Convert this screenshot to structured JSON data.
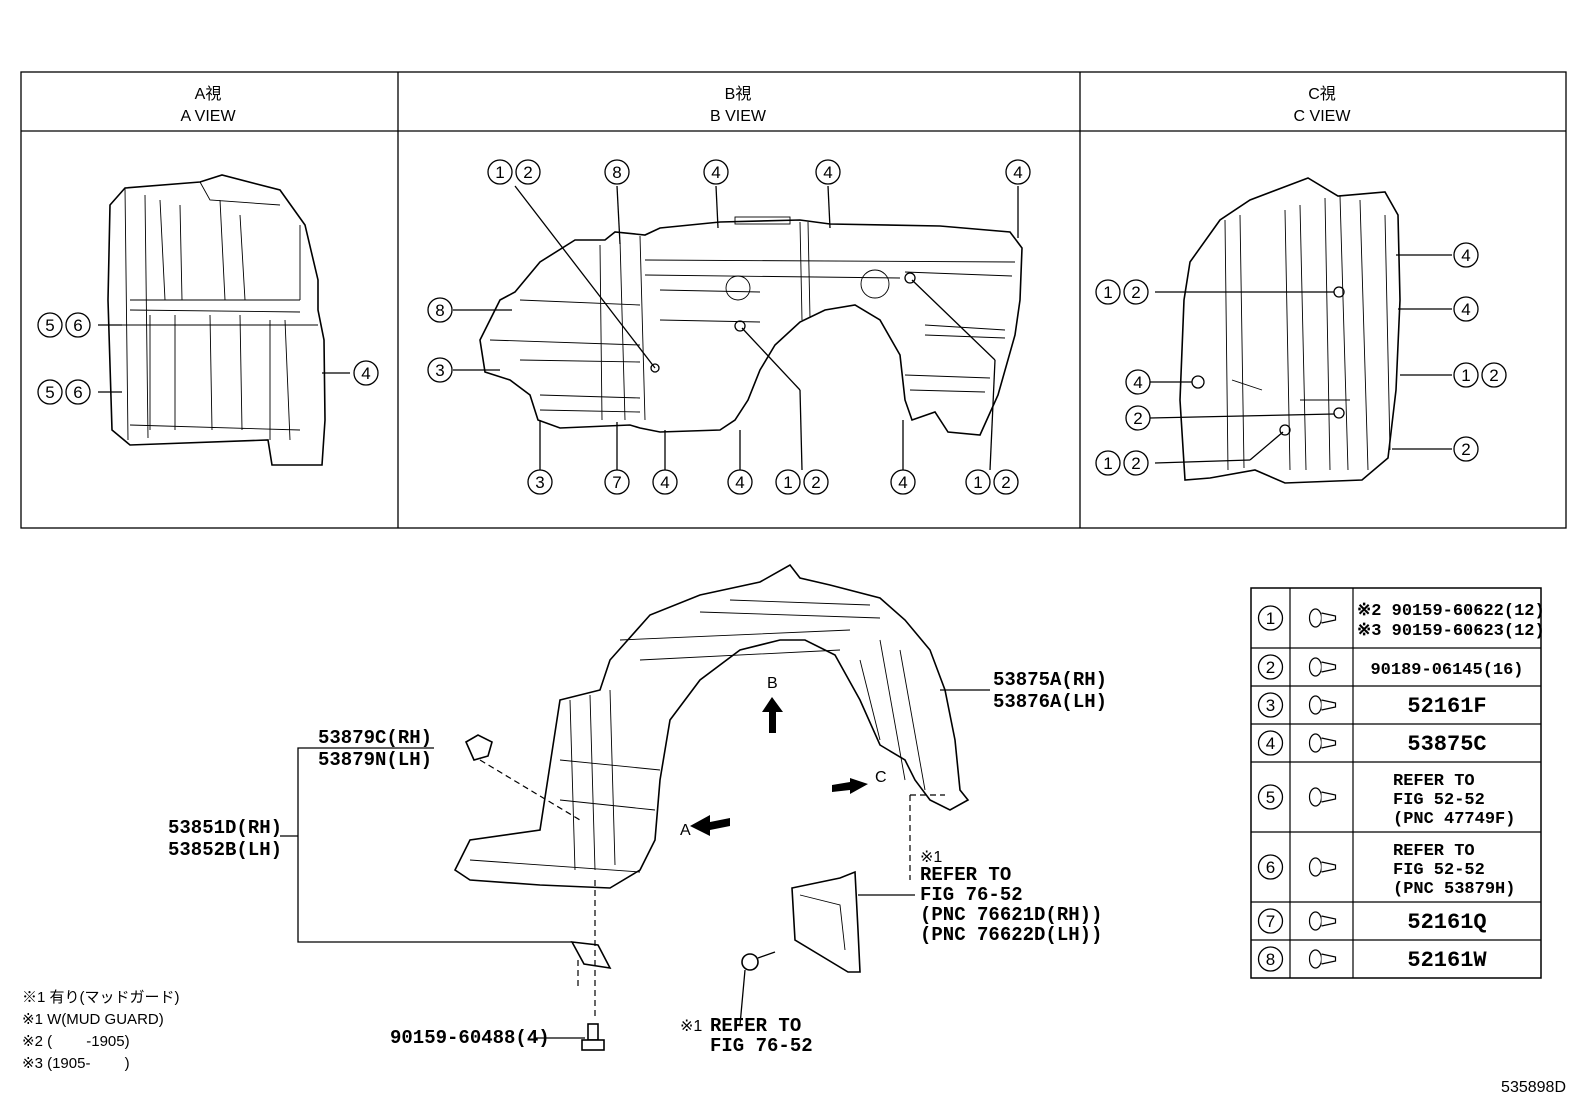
{
  "views": [
    {
      "jp": "A視",
      "en": "A VIEW"
    },
    {
      "jp": "B視",
      "en": "B VIEW"
    },
    {
      "jp": "C視",
      "en": "C VIEW"
    }
  ],
  "callouts": {
    "a_56_1": [
      "5",
      "6"
    ],
    "a_56_2": [
      "5",
      "6"
    ],
    "a_4": [
      "4"
    ],
    "b_12_tl": [
      "1",
      "2"
    ],
    "b_8_top": [
      "8"
    ],
    "b_4_t1": [
      "4"
    ],
    "b_4_t2": [
      "4"
    ],
    "b_4_t3": [
      "4"
    ],
    "b_8_left": [
      "8"
    ],
    "b_3_left": [
      "3"
    ],
    "b_3_bot": [
      "3"
    ],
    "b_7_bot": [
      "7"
    ],
    "b_4_b1": [
      "4"
    ],
    "b_4_b2": [
      "4"
    ],
    "b_12_b1": [
      "1",
      "2"
    ],
    "b_4_b3": [
      "4"
    ],
    "b_12_b2": [
      "1",
      "2"
    ],
    "c_4_r1": [
      "4"
    ],
    "c_4_r2": [
      "4"
    ],
    "c_12_r": [
      "1",
      "2"
    ],
    "c_2_r": [
      "2"
    ],
    "c_12_l1": [
      "1",
      "2"
    ],
    "c_4_l": [
      "4"
    ],
    "c_2_l": [
      "2"
    ],
    "c_12_l2": [
      "1",
      "2"
    ]
  },
  "labels": {
    "p53875A": "53875A(RH)",
    "p53876A": "53876A(LH)",
    "p53879C": "53879C(RH)",
    "p53879N": "53879N(LH)",
    "p53851D": "53851D(RH)",
    "p53852B": "53852B(LH)",
    "p90159_60488": "90159-60488(4)",
    "arrowA": "A",
    "arrowB": "B",
    "arrowC": "C",
    "ref1_mark": "※1",
    "ref1_l1": "REFER TO",
    "ref1_l2": "FIG 76-52",
    "ref1_l3": "(PNC 76621D(RH))",
    "ref1_l4": "(PNC 76622D(LH))",
    "ref2_mark": "※1",
    "ref2_l1": "REFER TO",
    "ref2_l2": "FIG 76-52"
  },
  "notes": [
    "※1 有り(マッドガード)",
    "※1 W(MUD GUARD)",
    "※2 (　　 -1905)",
    "※3 (1905- 　　)"
  ],
  "legend": [
    {
      "num": "1",
      "lines": [
        "※2 90159-60622(12)",
        "※3 90159-60623(12)"
      ]
    },
    {
      "num": "2",
      "lines": [
        "90189-06145(16)"
      ]
    },
    {
      "num": "3",
      "lines": [
        "52161F"
      ]
    },
    {
      "num": "4",
      "lines": [
        "53875C"
      ]
    },
    {
      "num": "5",
      "lines": [
        "REFER TO",
        "FIG 52-52",
        "(PNC 47749F)"
      ]
    },
    {
      "num": "6",
      "lines": [
        "REFER TO",
        "FIG 52-52",
        "(PNC 53879H)"
      ]
    },
    {
      "num": "7",
      "lines": [
        "52161Q"
      ]
    },
    {
      "num": "8",
      "lines": [
        "52161W"
      ]
    }
  ],
  "diagram_id": "535898D"
}
